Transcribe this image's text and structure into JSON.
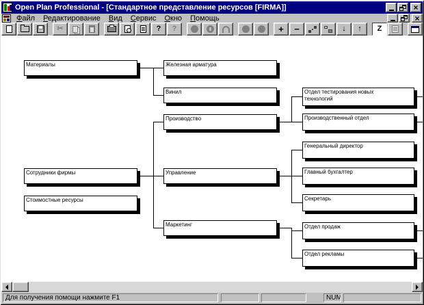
{
  "colors": {
    "title_bar": "#000080",
    "chrome": "#c0c0c0",
    "canvas_background": "#ffffff",
    "box_border": "#000000"
  },
  "title_bar": {
    "title": "Open Plan Professional - [Стандартное представление ресурсов [FIRMA]]",
    "close_glyph": "×"
  },
  "menu_bar": {
    "items": [
      {
        "label": "Файл"
      },
      {
        "label": "Редактирование"
      },
      {
        "label": "Вид"
      },
      {
        "label": "Сервис"
      },
      {
        "label": "Окно"
      },
      {
        "label": "Помощь"
      }
    ],
    "close_glyph": "×"
  },
  "toolbar": {
    "buttons": [
      "new",
      "open",
      "save",
      "cut",
      "copy",
      "paste",
      "print",
      "print-preview",
      "swap-pages",
      "help",
      "context-help",
      "circle-shape",
      "circle-key-shape",
      "arch-shape",
      "circle-shape",
      "circle-shape",
      "expand",
      "collapse",
      "link-nodes",
      "steps",
      "move-down",
      "move-up",
      "zigzag",
      "notes",
      "window",
      "cascade-windows"
    ],
    "glyphs": {
      "cut": "✂",
      "help": "?",
      "context_help": "?",
      "plus": "+",
      "minus": "−",
      "down": "↓",
      "up": "↑",
      "zigzag": "Z"
    }
  },
  "org_chart": {
    "nodes": [
      {
        "label": "Материалы"
      },
      {
        "label": "Сотрудники фирмы"
      },
      {
        "label": "Стоимостные ресурсы"
      },
      {
        "label": "Железная арматура"
      },
      {
        "label": "Винил"
      },
      {
        "label": "Производство"
      },
      {
        "label": "Управление"
      },
      {
        "label": "Маркетинг"
      },
      {
        "label": "Отдел тестирования новых технологий"
      },
      {
        "label": "Производственный отдел"
      },
      {
        "label": "Генеральный директор"
      },
      {
        "label": "Главный бухгалтер"
      },
      {
        "label": "Секретарь"
      },
      {
        "label": "Отдел продаж"
      },
      {
        "label": "Отдел рекламы"
      }
    ]
  },
  "status_bar": {
    "help_text": "Для получения помощи нажмите F1",
    "num_indicator": "NUM"
  }
}
